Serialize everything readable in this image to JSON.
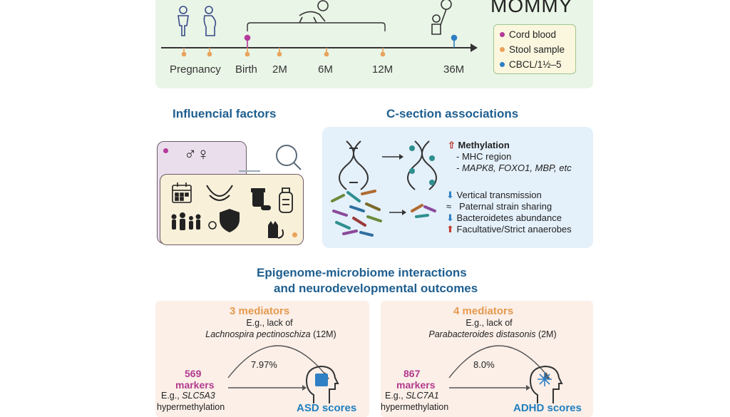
{
  "brand": "MOMMY",
  "timeline": {
    "labels": [
      "Pregnancy",
      "Birth",
      "2M",
      "6M",
      "12M",
      "36M"
    ]
  },
  "legend": [
    {
      "label": "Cord blood",
      "color": "#b43a9b"
    },
    {
      "label": "Stool sample",
      "color": "#e9a25a"
    },
    {
      "label": "CBCL/1½–5",
      "color": "#2f7fc4"
    }
  ],
  "factors": {
    "title": "Influencial factors",
    "sex_symbols": "♂♀"
  },
  "csection": {
    "title": "C-section associations",
    "methylation_title": "Methylation",
    "methylation_items": [
      "- MHC region",
      "- MAPK8, FOXO1, MBP, etc"
    ],
    "microbiome_items": [
      {
        "marker": "⬇",
        "text": "Vertical transmission"
      },
      {
        "marker": "≈",
        "text": "Paternal strain sharing"
      },
      {
        "marker": "⬇",
        "text": "Bacteroidetes abundance"
      },
      {
        "marker": "⬆",
        "text": "Facultative/Strict anaerobes"
      }
    ]
  },
  "interactions": {
    "title_line1": "Epigenome-microbiome interactions",
    "title_line2": "and neurodevelopmental outcomes"
  },
  "asd": {
    "mediators": "3 mediators",
    "eg_line1": "E.g., lack of",
    "eg_species": "Lachnospira pectinoschiza",
    "eg_timepoint": "(12M)",
    "markers_count": "569",
    "markers_word": "markers",
    "gene_prefix": "E.g., ",
    "gene": "SLC5A3",
    "gene_suffix": "hypermethylation",
    "percent": "7.97%",
    "score": "ASD scores"
  },
  "adhd": {
    "mediators": "4 mediators",
    "eg_line1": "E.g., lack of",
    "eg_species": "Parabacteroides distasonis",
    "eg_timepoint": "(2M)",
    "markers_count": "867",
    "markers_word": "markers",
    "gene_prefix": "E.g., ",
    "gene": "SLC7A1",
    "gene_suffix": "hypermethylation",
    "percent": "8.0%",
    "score": "ADHD scores"
  }
}
